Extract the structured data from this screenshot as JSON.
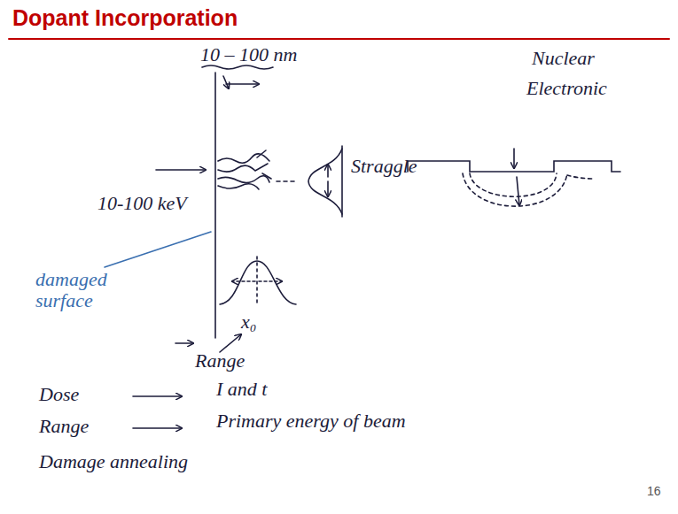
{
  "diagram": {
    "title": "Dopant Incorporation",
    "labels": [
      "10 – 100 nm",
      "Nuclear",
      "Electronic",
      "10-100 keV",
      "Straggle",
      "damaged surface",
      "x₀",
      "Range",
      "Dose",
      "I and t",
      "Range",
      "Primary energy of beam",
      "Damage annealing",
      "16"
    ]
  }
}
